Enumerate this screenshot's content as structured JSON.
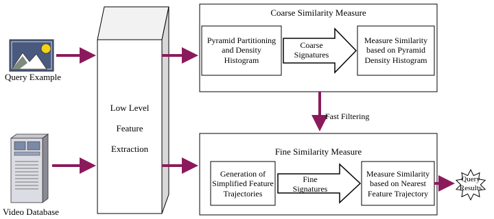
{
  "colors": {
    "arrow": "#8b1a5c",
    "border": "#000000",
    "sky": "#4a5a7e",
    "sun": "#f5d21a",
    "mountain": "#7e8a80"
  },
  "inputs": {
    "query_example": "Query Example",
    "video_database": "Video Database"
  },
  "extraction": {
    "line1": "Low Level",
    "line2": "Feature",
    "line3": "Extraction"
  },
  "coarse": {
    "title": "Coarse Similarity Measure",
    "step1": "Pyramid Partitioning\nand Density\nHistogram",
    "arrow_label": "Coarse\nSignatures",
    "step2": "Measure Similarity\nbased on Pyramid\nDensity Histogram"
  },
  "filter_label": "Fast Filtering",
  "fine": {
    "title": "Fine Similarity Measure",
    "step1": "Generation of\nSimplified Feature\nTrajectories",
    "arrow_label": "Fine\nSignatures",
    "step2": "Measure Similarity\nbased on Nearest\nFeature Trajectory"
  },
  "output": {
    "query_results": "Query\nResults"
  }
}
